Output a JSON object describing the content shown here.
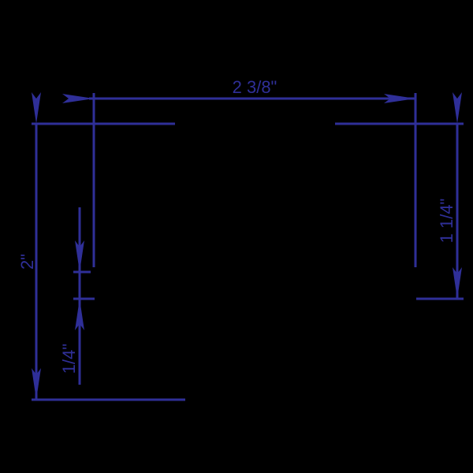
{
  "diagram": {
    "type": "dimension-drawing",
    "color": "#2f2f98",
    "background": "#000000",
    "dimensions": {
      "width_top": "2 3/8\"",
      "height_left": "2\"",
      "gap_small": "1/4\"",
      "height_right": "1 1/4\""
    }
  }
}
